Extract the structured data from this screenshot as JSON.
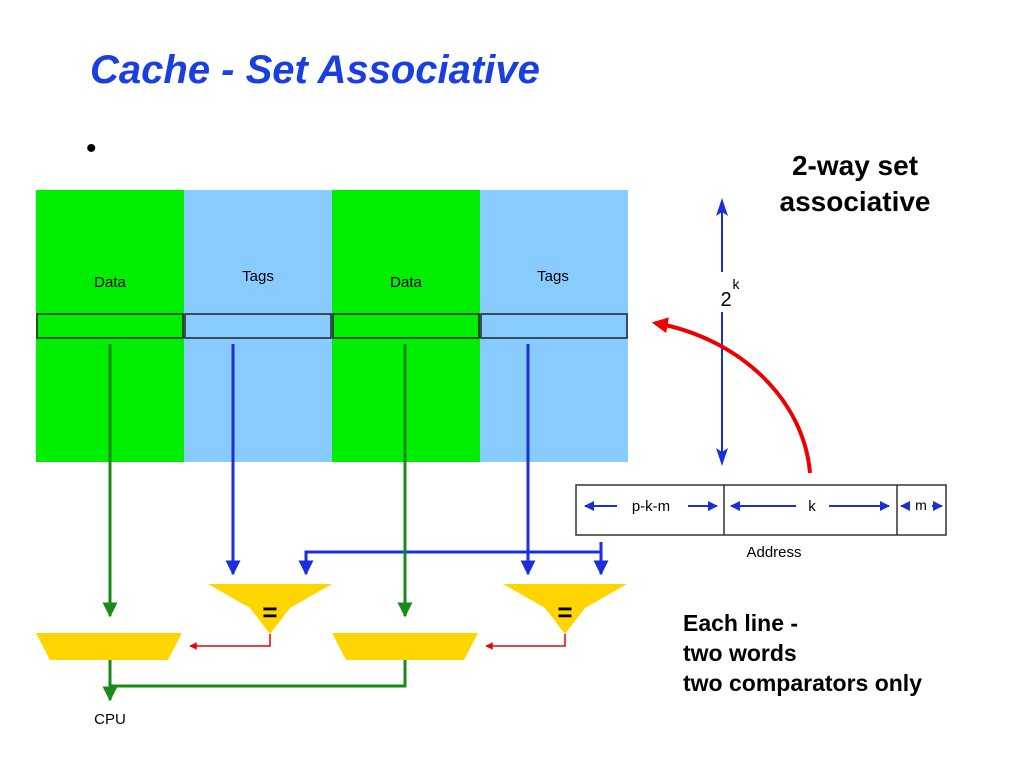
{
  "slide": {
    "title": "Cache - Set Associative",
    "bullet": "•"
  },
  "diagram": {
    "columns": [
      {
        "label": "Data",
        "color": "#00ee00"
      },
      {
        "label": "Tags",
        "color": "#88ccff"
      },
      {
        "label": "Data",
        "color": "#00ee00"
      },
      {
        "label": "Tags",
        "color": "#88ccff"
      }
    ],
    "row_height_label": {
      "base": "2",
      "exponent": "k"
    },
    "address": {
      "fields": [
        "p-k-m",
        "k",
        "m"
      ],
      "caption": "Address"
    },
    "comparators": [
      {
        "symbol": "="
      },
      {
        "symbol": "="
      }
    ],
    "output_label": "CPU",
    "associativity_label": [
      "2-way set",
      "associative"
    ],
    "notes": [
      "Each line -",
      "two words",
      "two comparators only"
    ],
    "colors": {
      "data_path": "#1a8a1a",
      "tag_path": "#1a2fd8",
      "select_arrow": "#ee0000",
      "address_arrow": "#1a2fd8",
      "comparator_fill": "#ffd500"
    }
  }
}
